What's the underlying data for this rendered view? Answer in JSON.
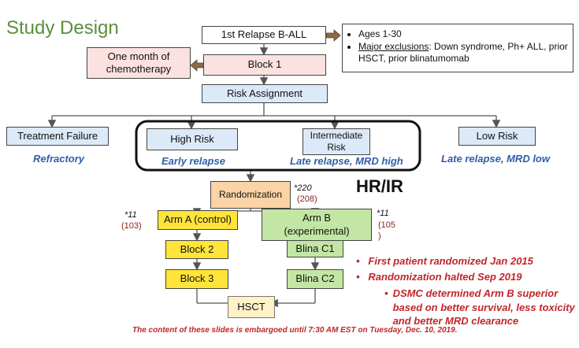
{
  "title": "Study Design",
  "boxes": {
    "relapse": "1st Relapse B-ALL",
    "chemo": "One month of chemotherapy",
    "block1": "Block 1",
    "risk_assignment": "Risk Assignment",
    "treatment_failure": "Treatment Failure",
    "high_risk": "High Risk",
    "intermediate_risk": "Intermediate Risk",
    "low_risk": "Low Risk",
    "randomization": "Randomization",
    "arm_a": "Arm A (control)",
    "arm_b": "Arm B (experimental)",
    "block2": "Block 2",
    "block3": "Block 3",
    "blina_c1": "Blina C1",
    "blina_c2": "Blina C2",
    "hsct": "HSCT"
  },
  "criteria": {
    "age": "Ages 1-30",
    "exclusions_label": "Major exclusions",
    "exclusions_text": ": Down syndrome, Ph+ ALL, prior HSCT, prior blinatumomab"
  },
  "risk_labels": {
    "refractory": "Refractory",
    "early": "Early relapse",
    "late_mrd_high": "Late relapse, MRD high",
    "late_mrd_low": "Late relapse, MRD low"
  },
  "group_label": "HR/IR",
  "counts": {
    "rand_n": "*220",
    "rand_n2": "(208)",
    "arm_a_n": "*11",
    "arm_a_n2": "(103)",
    "arm_b_n": "*11",
    "arm_b_n2": "(105",
    "arm_b_n3": ")"
  },
  "notes": {
    "first": "First patient randomized Jan 2015",
    "halted": "Randomization halted Sep 2019",
    "dsmc": "DSMC determined Arm B superior based on better survival, less toxicity and better MRD clearance"
  },
  "footer": "The content of these slides is embargoed until 7:30 AM EST on Tuesday, Dec. 10, 2019.",
  "colors": {
    "title": "#5b8f3a",
    "risk_label": "#2f5ea8",
    "notes": "#c0262b",
    "arrow": "#555555"
  }
}
